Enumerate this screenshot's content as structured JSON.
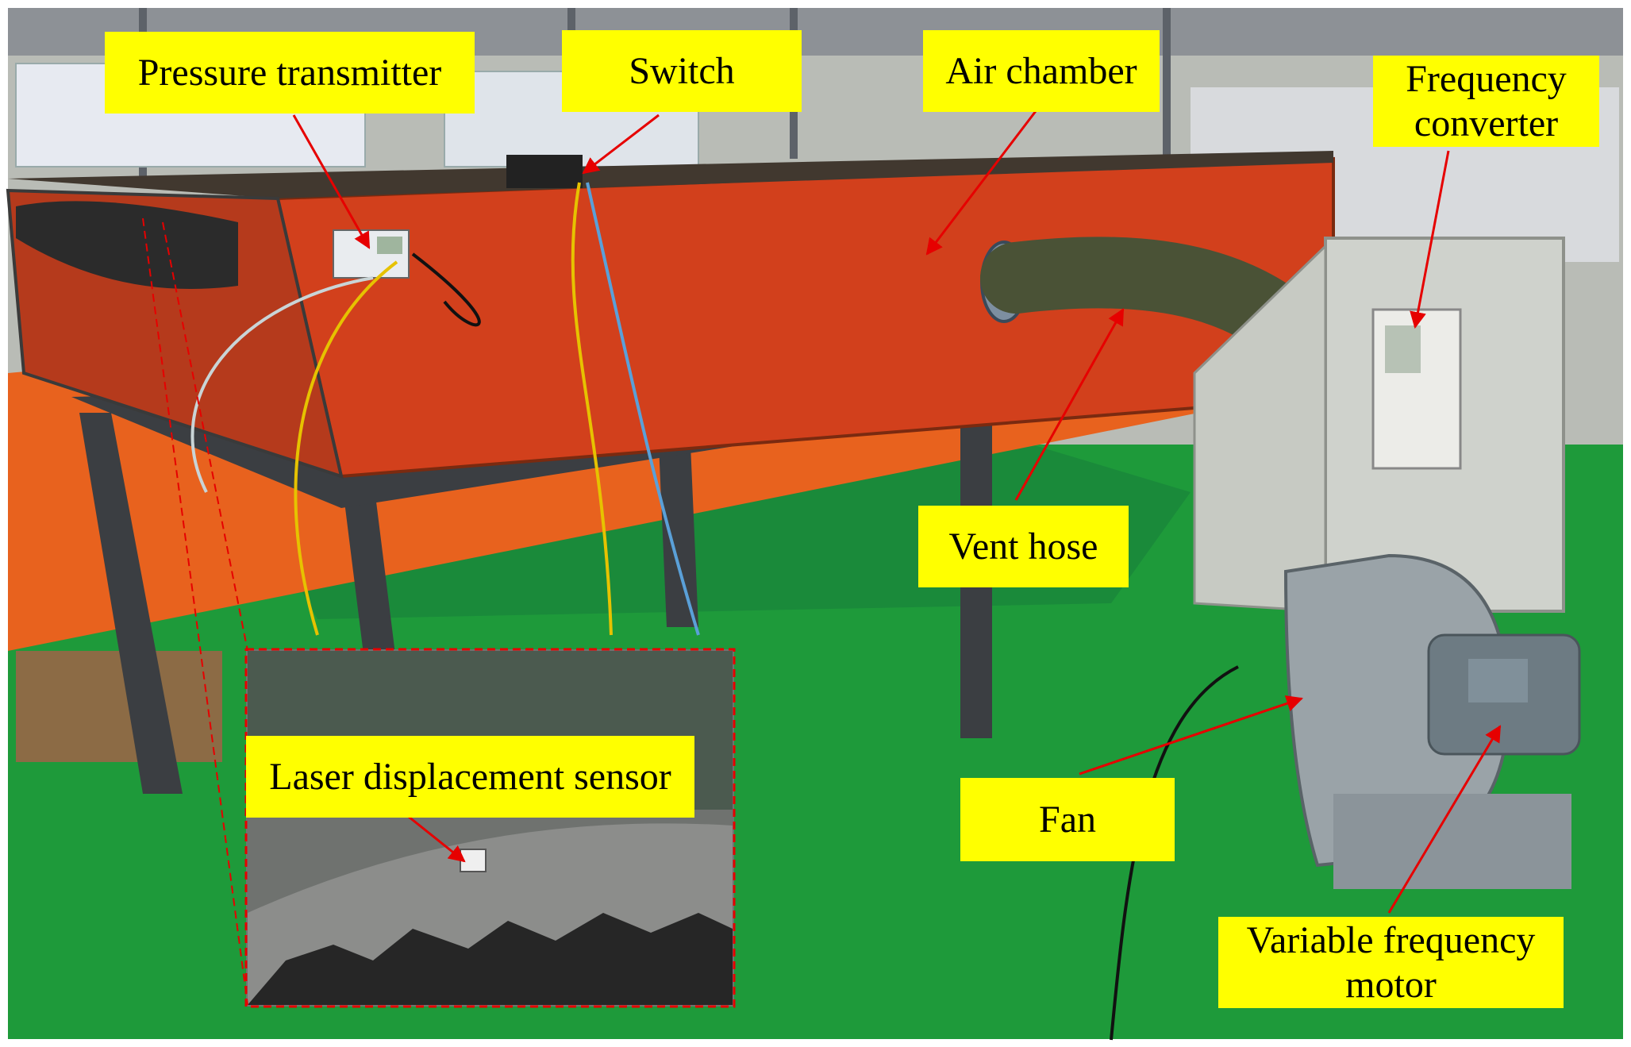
{
  "labels": {
    "pressure_transmitter": "Pressure transmitter",
    "switch": "Switch",
    "air_chamber": "Air chamber",
    "frequency_converter": "Frequency\nconverter",
    "vent_hose": "Vent hose",
    "laser_displacement_sensor": "Laser displacement sensor",
    "fan": "Fan",
    "variable_frequency_motor": "Variable frequency\nmotor"
  },
  "colors": {
    "label_background": "#ffff00",
    "arrow": "#e60000",
    "floor": "#1e9a3a",
    "chamber": "#d2401c",
    "hose": "#4a5236",
    "fan_body": "#9aa3a8",
    "cabinet": "#cfd2cc"
  }
}
